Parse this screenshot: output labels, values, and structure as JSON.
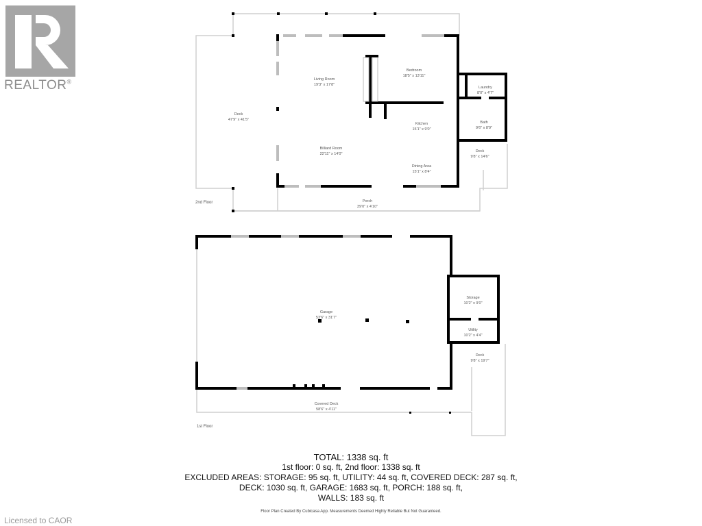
{
  "branding": {
    "logo_text": "REALTOR",
    "logo_mark": "®",
    "logo_color": "#a6a6a6",
    "license": "Licensed to CAOR"
  },
  "floors": [
    {
      "name": "2nd Floor",
      "rooms": [
        {
          "name": "Living Room",
          "dims": "19'3\" x 17'8\""
        },
        {
          "name": "Bedroom",
          "dims": "18'5\" x 13'11\""
        },
        {
          "name": "Laundry",
          "dims": "8'0\" x 4'7\""
        },
        {
          "name": "Bath",
          "dims": "9'6\" x 8'9\""
        },
        {
          "name": "Kitchen",
          "dims": "15'1\" x 9'0\""
        },
        {
          "name": "Deck",
          "dims": "47'9\" x 41'5\""
        },
        {
          "name": "Billiard Room",
          "dims": "22'11\" x 14'0\""
        },
        {
          "name": "Dining Area",
          "dims": "15'1\" x 8'4\""
        },
        {
          "name": "Deck",
          "dims": "9'8\" x 14'6\""
        },
        {
          "name": "Porch",
          "dims": "39'0\" x 4'10\""
        }
      ]
    },
    {
      "name": "1st Floor",
      "rooms": [
        {
          "name": "Garage",
          "dims": "53'6\" x 31'7\""
        },
        {
          "name": "Storage",
          "dims": "10'2\" x 9'0\""
        },
        {
          "name": "Utility",
          "dims": "10'2\" x 4'4\""
        },
        {
          "name": "Deck",
          "dims": "9'8\" x 19'7\""
        },
        {
          "name": "Covered Deck",
          "dims": "58'6\" x 4'11\""
        }
      ]
    }
  ],
  "summary": {
    "total": "TOTAL: 1338 sq. ft",
    "floors_line": "1st floor: 0 sq. ft, 2nd floor: 1338 sq. ft",
    "excluded_line1": "EXCLUDED AREAS: STORAGE: 95 sq. ft, UTILITY: 44 sq. ft, COVERED DECK: 287 sq. ft,",
    "excluded_line2": "DECK: 1030 sq. ft, GARAGE: 1683 sq. ft, PORCH: 188 sq. ft,",
    "excluded_line3": "WALLS: 183 sq. ft",
    "disclaimer": "Floor Plan Created By Cubicasa App. Measurements Deemed Highly Reliable But Not Guaranteed."
  }
}
